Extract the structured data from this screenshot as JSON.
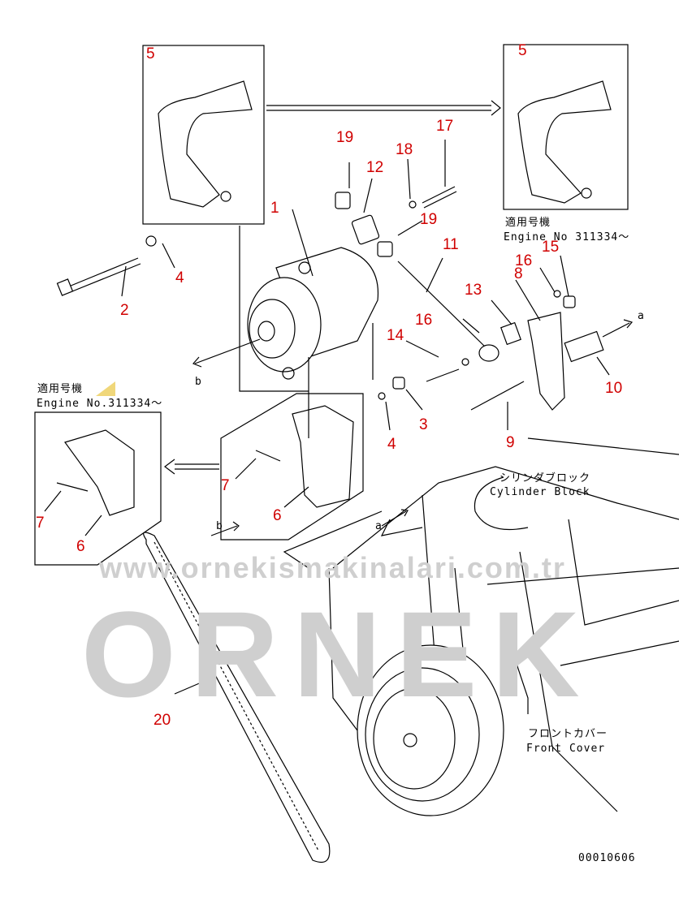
{
  "diagram": {
    "part_labels": {
      "p5a": "5",
      "p5b": "5",
      "p19a": "19",
      "p18": "18",
      "p17": "17",
      "p12": "12",
      "p19b": "19",
      "p1": "1",
      "p11": "11",
      "p2": "2",
      "p4a": "4",
      "p13": "13",
      "p8": "8",
      "p16a": "16",
      "p15": "15",
      "p16b": "16",
      "p14": "14",
      "p10": "10",
      "p3": "3",
      "p4b": "4",
      "p9": "9",
      "p7a": "7",
      "p6a": "6",
      "p7b": "7",
      "p6b": "6",
      "p20": "20"
    },
    "refs": {
      "a1": "a",
      "a2": "a",
      "b1": "b",
      "b2": "b"
    },
    "notes": {
      "applicable_jp_1": "適用号機",
      "applicable_en_1": "Engine No 311334～",
      "applicable_jp_2": "適用号機",
      "applicable_en_2": "Engine No.311334～",
      "cylinder_block_jp": "シリンダブロック",
      "cylinder_block_en": "Cylinder Block",
      "front_cover_jp": "フロントカバー",
      "front_cover_en": "Front Cover",
      "drawing_number": "00010606"
    },
    "watermark": {
      "brand": "ORNEK",
      "url": "www.ornekismakinalari.com.tr"
    },
    "colors": {
      "label": "#d00000",
      "line": "#000000",
      "watermark": "#c8c8c8"
    }
  }
}
